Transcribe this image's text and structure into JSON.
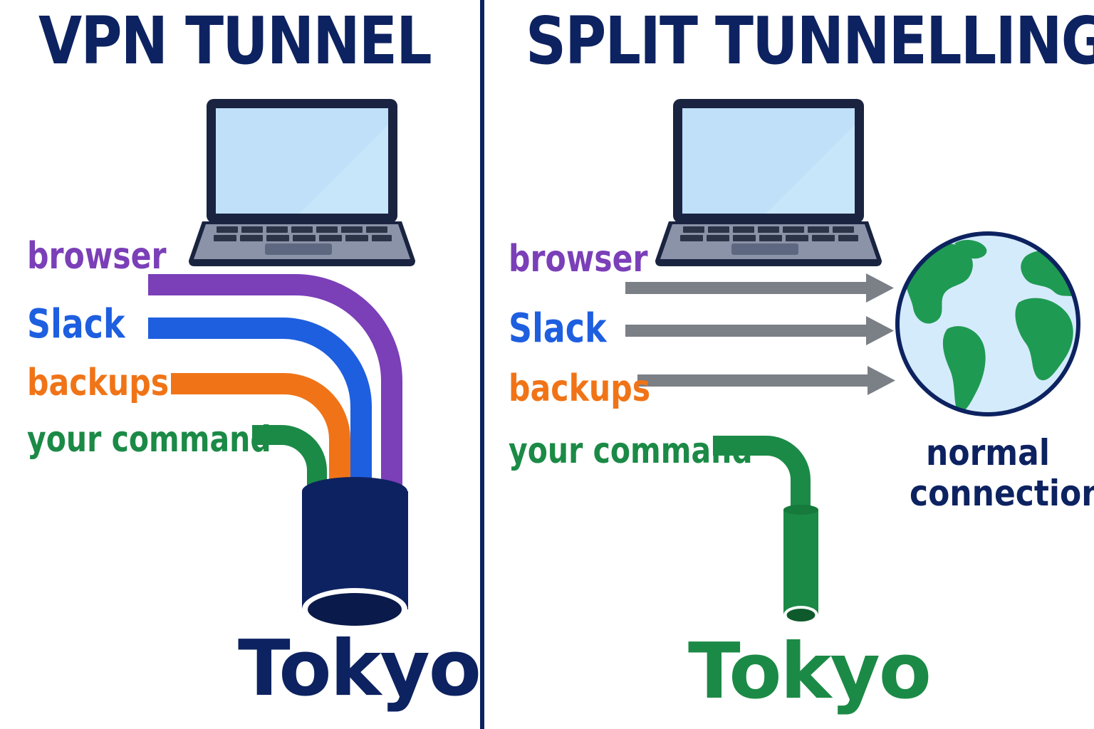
{
  "colors": {
    "navy": "#0d2260",
    "browser": "#7b3fb8",
    "slack": "#1e5fe0",
    "backups": "#f07417",
    "command": "#1b8a46",
    "arrow": "#7b7f86",
    "screen": "#bfe0f8",
    "laptop_body": "#8a93a8",
    "globe_ocean": "#d4ebfb",
    "globe_land": "#1f9a52"
  },
  "left_panel": {
    "title": "VPN TUNNEL",
    "apps": {
      "browser": "browser",
      "slack": "Slack",
      "backups": "backups",
      "command": "your command"
    },
    "destination": "Tokyo"
  },
  "right_panel": {
    "title": "SPLIT TUNNELLING",
    "apps": {
      "browser": "browser",
      "slack": "Slack",
      "backups": "backups",
      "command": "your command"
    },
    "destination": "Tokyo",
    "globe_caption_line1": "normal",
    "globe_caption_line2": "connection"
  }
}
